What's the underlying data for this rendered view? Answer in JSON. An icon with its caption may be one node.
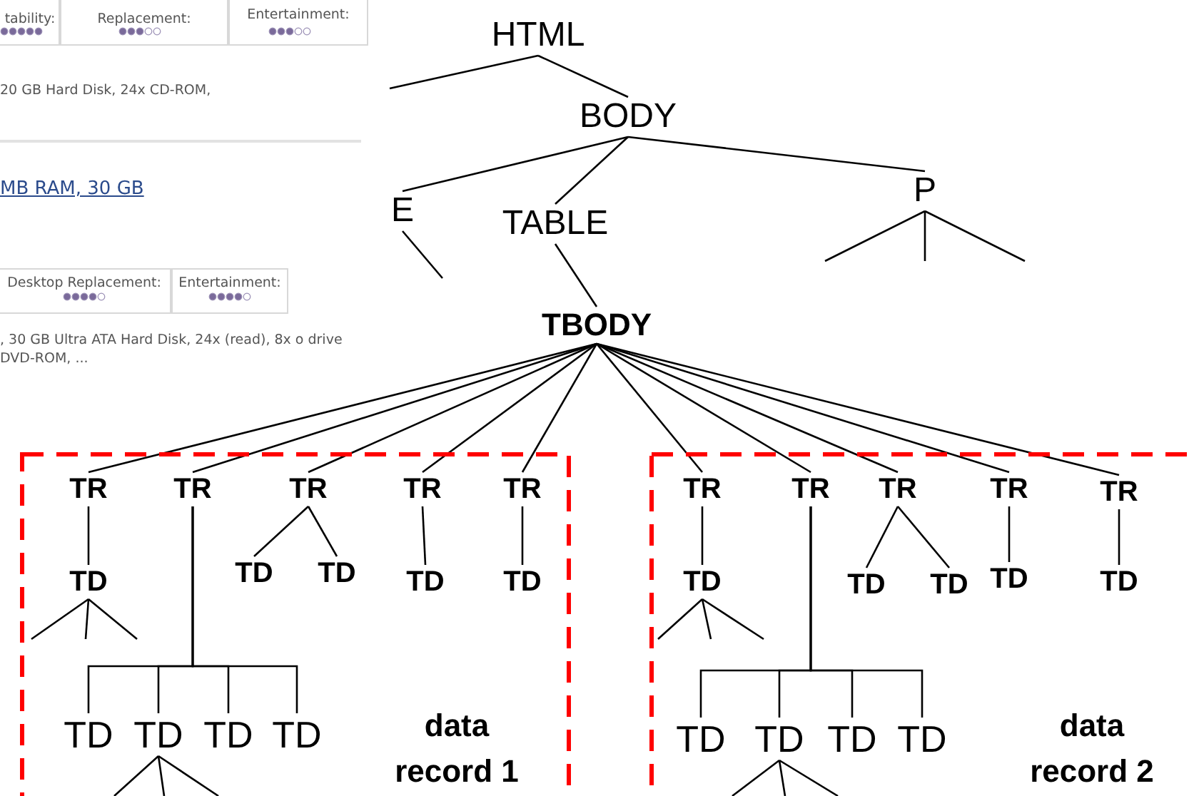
{
  "diagram": {
    "nodes": [
      {
        "text": [
          "HTML"
        ]
      },
      {
        "text": [
          "BODY"
        ]
      },
      {
        "text": [
          "E"
        ]
      },
      {
        "text": [
          "TABLE"
        ]
      },
      {
        "text": [
          "P"
        ]
      },
      {
        "text": [
          "TBODY"
        ]
      },
      {
        "text": [
          "data record 1"
        ]
      },
      {
        "text": [
          "TR"
        ],
        "in": 6
      },
      {
        "text": [
          "TR"
        ],
        "in": 6
      },
      {
        "text": [
          "TR"
        ],
        "in": 6
      },
      {
        "text": [
          "TR"
        ],
        "in": 6
      },
      {
        "text": [
          "TR"
        ],
        "in": 6
      },
      {
        "text": [
          "TD"
        ],
        "in": 6
      },
      {
        "text": [
          "TD"
        ],
        "in": 6
      },
      {
        "text": [
          "TD"
        ],
        "in": 6
      },
      {
        "text": [
          "TD"
        ],
        "in": 6
      },
      {
        "text": [
          "TD"
        ],
        "in": 6
      },
      {
        "text": [
          "TD"
        ],
        "in": 6
      },
      {
        "text": [
          "TD"
        ],
        "in": 6
      },
      {
        "text": [
          "TD"
        ],
        "in": 6
      },
      {
        "text": [
          "TD"
        ],
        "in": 6
      },
      {
        "text": [
          "data record 2"
        ]
      },
      {
        "text": [
          "TR"
        ],
        "in": 21
      },
      {
        "text": [
          "TR"
        ],
        "in": 21
      },
      {
        "text": [
          "TR"
        ],
        "in": 21
      },
      {
        "text": [
          "TR"
        ],
        "in": 21
      },
      {
        "text": [
          "TR"
        ],
        "in": 21
      },
      {
        "text": [
          "TD"
        ],
        "in": 21
      },
      {
        "text": [
          "TD"
        ],
        "in": 21
      },
      {
        "text": [
          "TD"
        ],
        "in": 21
      },
      {
        "text": [
          "TD"
        ],
        "in": 21
      },
      {
        "text": [
          "TD"
        ],
        "in": 21
      },
      {
        "text": [
          "TD"
        ],
        "in": 21
      },
      {
        "text": [
          "TD"
        ],
        "in": 21
      },
      {
        "text": [
          "TD"
        ],
        "in": 21
      },
      {
        "text": [
          "TD"
        ],
        "in": 21
      }
    ],
    "edges": [
      {
        "from": 0,
        "to": 1,
        "arrow": "none"
      },
      {
        "from": 0,
        "to": null,
        "arrow": "none"
      },
      {
        "from": 1,
        "to": 2,
        "arrow": "none"
      },
      {
        "from": 1,
        "to": 3,
        "arrow": "none"
      },
      {
        "from": 1,
        "to": 4,
        "arrow": "none"
      },
      {
        "from": 2,
        "to": null,
        "arrow": "none"
      },
      {
        "from": 4,
        "to": null,
        "arrow": "none"
      },
      {
        "from": 4,
        "to": null,
        "arrow": "none"
      },
      {
        "from": 4,
        "to": null,
        "arrow": "none"
      },
      {
        "from": 3,
        "to": 5,
        "arrow": "none"
      },
      {
        "from": 5,
        "to": 7,
        "arrow": "none"
      },
      {
        "from": 5,
        "to": 8,
        "arrow": "none"
      },
      {
        "from": 5,
        "to": 9,
        "arrow": "none"
      },
      {
        "from": 5,
        "to": 10,
        "arrow": "none"
      },
      {
        "from": 5,
        "to": 11,
        "arrow": "none"
      },
      {
        "from": 5,
        "to": 22,
        "arrow": "none"
      },
      {
        "from": 5,
        "to": 23,
        "arrow": "none"
      },
      {
        "from": 5,
        "to": 24,
        "arrow": "none"
      },
      {
        "from": 5,
        "to": 25,
        "arrow": "none"
      },
      {
        "from": 5,
        "to": 26,
        "arrow": "none"
      },
      {
        "from": 7,
        "to": 12,
        "arrow": "none"
      },
      {
        "from": 8,
        "to": 17,
        "arrow": "none"
      },
      {
        "from": 8,
        "to": 18,
        "arrow": "none"
      },
      {
        "from": 8,
        "to": 19,
        "arrow": "none"
      },
      {
        "from": 8,
        "to": 20,
        "arrow": "none"
      },
      {
        "from": 9,
        "to": 13,
        "arrow": "none"
      },
      {
        "from": 9,
        "to": 14,
        "arrow": "none"
      },
      {
        "from": 10,
        "to": 15,
        "arrow": "none"
      },
      {
        "from": 11,
        "to": 16,
        "arrow": "none"
      },
      {
        "from": 12,
        "to": null,
        "arrow": "none"
      },
      {
        "from": 12,
        "to": null,
        "arrow": "none"
      },
      {
        "from": 12,
        "to": null,
        "arrow": "none"
      },
      {
        "from": 18,
        "to": null,
        "arrow": "none"
      },
      {
        "from": 18,
        "to": null,
        "arrow": "none"
      },
      {
        "from": 18,
        "to": null,
        "arrow": "none"
      },
      {
        "from": 22,
        "to": 27,
        "arrow": "none"
      },
      {
        "from": 23,
        "to": 32,
        "arrow": "none"
      },
      {
        "from": 23,
        "to": 33,
        "arrow": "none"
      },
      {
        "from": 23,
        "to": 34,
        "arrow": "none"
      },
      {
        "from": 23,
        "to": 35,
        "arrow": "none"
      },
      {
        "from": 24,
        "to": 28,
        "arrow": "none"
      },
      {
        "from": 24,
        "to": 29,
        "arrow": "none"
      },
      {
        "from": 25,
        "to": 30,
        "arrow": "none"
      },
      {
        "from": 26,
        "to": 31,
        "arrow": "none"
      },
      {
        "from": 27,
        "to": null,
        "arrow": "none"
      },
      {
        "from": 27,
        "to": null,
        "arrow": "none"
      },
      {
        "from": 27,
        "to": null,
        "arrow": "none"
      },
      {
        "from": 33,
        "to": null,
        "arrow": "none"
      },
      {
        "from": 33,
        "to": null,
        "arrow": "none"
      },
      {
        "from": 33,
        "to": null,
        "arrow": "none"
      }
    ],
    "labels": [
      "tability:",
      "Replacement:",
      "Entertainment:",
      "20 GB Hard Disk, 24x CD-ROM,",
      "MB RAM, 30 GB",
      "Desktop Replacement:",
      "Entertainment:",
      ", 30 GB Ultra ATA Hard Disk, 24x (read), 8x o drive DVD-ROM, ..."
    ]
  }
}
